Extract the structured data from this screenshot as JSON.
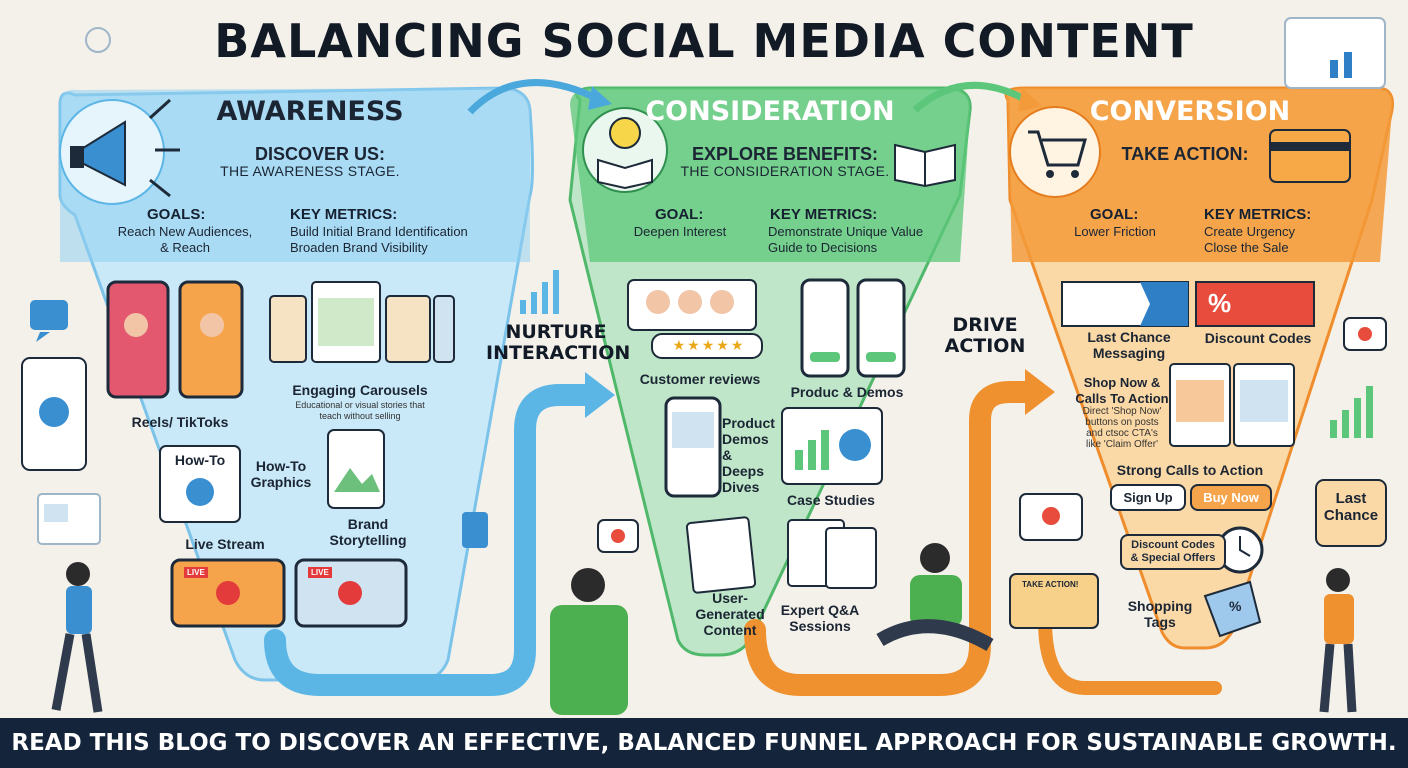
{
  "title": "BALANCING SOCIAL MEDIA CONTENT",
  "awareness": {
    "title": "AWARENESS",
    "subtitle1": "DISCOVER US:",
    "subtitle2": "THE AWARENESS STAGE.",
    "goals_header": "GOALS:",
    "goals": [
      "Reach New Audiences,",
      "& Reach"
    ],
    "metrics_header": "KEY METRICS:",
    "metrics": [
      "Build Initial Brand Identification",
      "Broaden Brand Visibility"
    ],
    "items": {
      "reels": "Reels/ TikToks",
      "carousels": "Engaging Carousels",
      "carousels_desc": [
        "Educational or visual stories that",
        "teach without selling"
      ],
      "howto_card": "How-To",
      "howto": [
        "How-To",
        "Graphics"
      ],
      "storytelling": [
        "Brand",
        "Storytelling"
      ],
      "livestream": "Live Stream",
      "live_badge": "LIVE"
    }
  },
  "consideration": {
    "title": "CONSIDERATION",
    "subtitle1": "EXPLORE BENEFITS:",
    "subtitle2": "THE CONSIDERATION STAGE.",
    "goal_header": "GOAL:",
    "goal": "Deepen Interest",
    "metrics_header": "KEY METRICS:",
    "metrics": [
      "Demonstrate Unique Value",
      "Guide to Decisions"
    ],
    "items": {
      "reviews": "Customer reviews",
      "demos": "Produc & Demos",
      "product_demos": [
        "Product",
        "Demos",
        "& Deeps",
        "Dives"
      ],
      "case_studies": "Case Studies",
      "ugc": [
        "User-",
        "Generated",
        "Content"
      ],
      "qa": [
        "Expert Q&A",
        "Sessions"
      ]
    }
  },
  "conversion": {
    "title": "CONVERSION",
    "subtitle1": "TAKE ACTION:",
    "goal_header": "GOAL:",
    "goal": "Lower Friction",
    "metrics_header": "KEY METRICS:",
    "metrics": [
      "Create Urgency",
      "Close the Sale"
    ],
    "items": {
      "last_chance_msg": [
        "Last Chance",
        "Messaging"
      ],
      "discount_codes": "Discount Codes",
      "shop_now": [
        "Shop Now &",
        "Calls To Action"
      ],
      "shop_now_desc": [
        "Direct 'Shop Now'",
        "buttons on posts",
        "and ctsoc CTA's",
        "like 'Claim Offer'"
      ],
      "strong_cta": "Strong Calls to Action",
      "signup": "Sign Up",
      "buynow": "Buy Now",
      "discount_offers": [
        "Discount Codes",
        "& Special Offers"
      ],
      "shopping_tags": [
        "Shopping",
        "Tags"
      ],
      "take_action_card": "TAKE ACTION!",
      "last_chance": [
        "Last",
        "Chance"
      ],
      "percent": "%"
    }
  },
  "connectors": {
    "nurture": [
      "NURTURE",
      "INTERACTION"
    ],
    "drive": [
      "DRIVE",
      "ACTION"
    ]
  },
  "footer": "READ THIS BLOG TO DISCOVER AN EFFECTIVE, BALANCED FUNNEL APPROACH FOR SUSTAINABLE GROWTH.",
  "colors": {
    "awareness": "#bfe3f5",
    "awareness_dark": "#5bb6e6",
    "consideration": "#5cc77a",
    "consideration_light": "#bfe6c8",
    "conversion": "#f39a3a",
    "conversion_light": "#fbd9a6",
    "footer": "#14243a"
  }
}
